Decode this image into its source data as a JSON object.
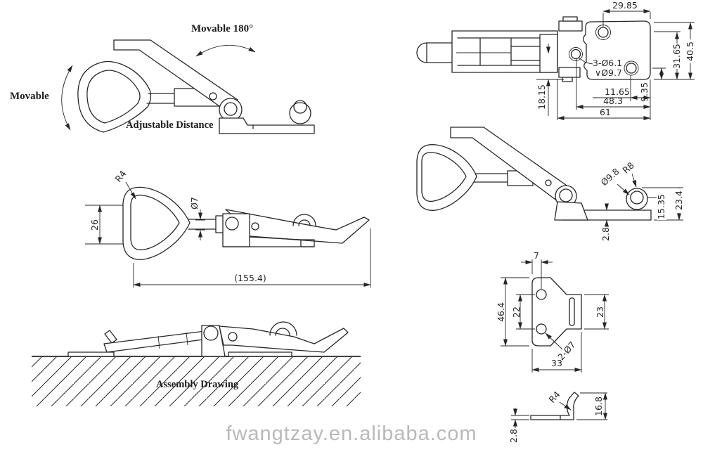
{
  "colors": {
    "line": "#262626",
    "watermark": "#b9b9b9",
    "background": "#ffffff"
  },
  "open_view": {
    "movable_180": "Movable 180°",
    "movable": "Movable",
    "adjustable": "Adjustable Distance"
  },
  "plan_view": {
    "d29_85": "29.85",
    "d40_5": "40.5",
    "d31_65": "31.65",
    "d9_35": "9.35",
    "d11_65": "11.65",
    "d48_3": "48.3",
    "d61": "61",
    "d18_15": "18.15",
    "holes_note": "3-Ø6.1",
    "csk_note": "∨Ø9.7"
  },
  "side_view": {
    "r4": "R4",
    "d7": "Ø7",
    "d26": "26",
    "overall_length": "(155.4)"
  },
  "open_side_view": {
    "d9_8": "Ø9.8",
    "r8": "R8",
    "d23_4": "23.4",
    "d15_35": "15.35",
    "d2_8": "2.8"
  },
  "assembly_view": {
    "label": "Assembly Drawing"
  },
  "plate_view": {
    "d7": "7",
    "d46_4": "46.4",
    "d22": "22",
    "d23": "23",
    "d33": "33",
    "holes_note": "2-Ø7"
  },
  "hook_view": {
    "r4": "R4",
    "d16_8": "16.8",
    "d2_8": "2.8"
  },
  "watermark": {
    "text": "fwangtzay.en.alibaba.com"
  }
}
